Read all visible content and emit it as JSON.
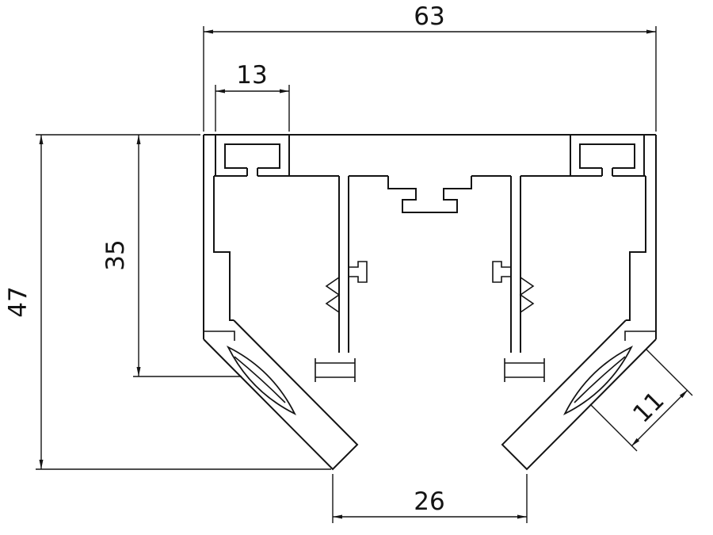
{
  "drawing": {
    "type": "technical-cross-section",
    "subject": "aluminum-extrusion-profile",
    "ink_color": "#141414",
    "background_color": "#ffffff",
    "dimensions": {
      "overall_width": "63",
      "top_slot_width": "13",
      "body_height": "35",
      "overall_height": "47",
      "leg_width": "11",
      "bottom_opening": "26"
    }
  }
}
